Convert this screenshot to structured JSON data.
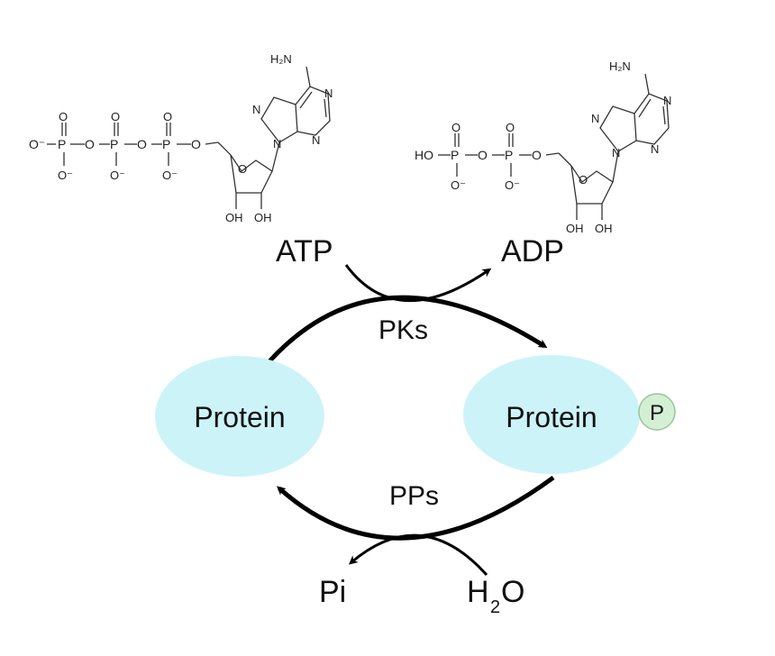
{
  "molecules": {
    "atp": {
      "name": "ATP",
      "adenine": {
        "amine": "H₂N",
        "n": "N"
      },
      "sugar": {
        "o": "O",
        "oh": "OH"
      },
      "phosphate": {
        "p": "P",
        "o": "O",
        "o_minus": "O⁻",
        "link_o": "O"
      }
    },
    "adp": {
      "name": "ADP",
      "adenine": {
        "amine": "H₂N",
        "n": "N"
      },
      "sugar": {
        "o": "O",
        "oh": "OH"
      },
      "phosphate": {
        "p": "P",
        "o": "O",
        "o_minus": "O⁻",
        "ho": "HO",
        "link_o": "O"
      }
    }
  },
  "cycle": {
    "kinase_label": "PKs",
    "phosphatase_label": "PPs",
    "protein_left": "Protein",
    "protein_right": "Protein",
    "phospho_badge": "P",
    "pi_label": "Pi",
    "water": {
      "h": "H",
      "sub": "2",
      "o": "O"
    }
  },
  "colors": {
    "protein_fill": "#ccf4f8",
    "phospho_fill": "#d4f0d4",
    "line": "#000000"
  }
}
